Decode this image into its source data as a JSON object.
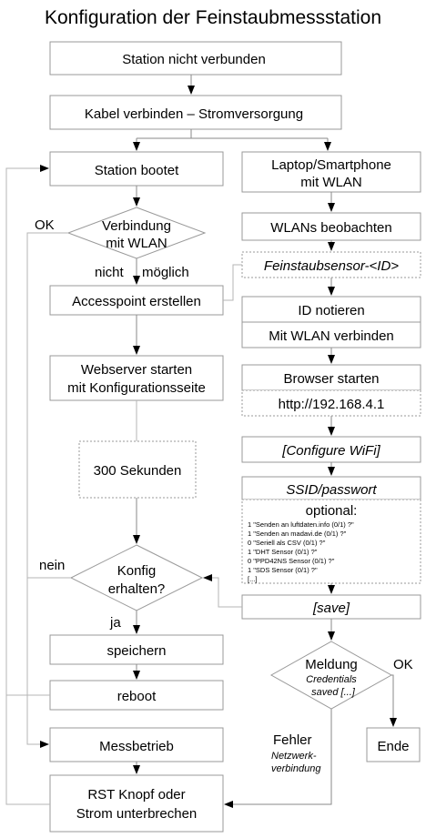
{
  "title": "Konfiguration der Feinstaubmessstation",
  "nodes": {
    "station_not_connected": "Station nicht verbunden",
    "connect_cable": "Kabel verbinden – Stromversorgung",
    "station_boots": "Station bootet",
    "wlan_connection_line1": "Verbindung",
    "wlan_connection_line2": "mit WLAN",
    "create_accesspoint": "Accesspoint erstellen",
    "start_webserver_line1": "Webserver starten",
    "start_webserver_line2": "mit Konfigurationsseite",
    "wait_300": "300 Sekunden",
    "config_received_line1": "Konfig",
    "config_received_line2": "erhalten?",
    "save_config": "speichern",
    "reboot": "reboot",
    "measurement": "Messbetrieb",
    "reset_line1": "RST Knopf oder",
    "reset_line2": "Strom unterbrechen",
    "laptop_line1": "Laptop/Smartphone",
    "laptop_line2": "mit WLAN",
    "observe_wlans": "WLANs beobachten",
    "sensor_ssid": "Feinstaubsensor-<ID>",
    "note_id": "ID notieren",
    "connect_wlan": "Mit WLAN verbinden",
    "start_browser": "Browser starten",
    "ip_address": "http://192.168.4.1",
    "configure_wifi": "[Configure WiFi]",
    "ssid_password": "SSID/passwort",
    "optional_title": "optional:",
    "optional_items": [
      "1 \"Senden an luftdaten.info (0/1) ?\"",
      "1 \"Senden an madavi.de (0/1) ?\"",
      "0 \"Seriell als CSV (0/1) ?\"",
      "1 \"DHT Sensor (0/1) ?\"",
      "0 \"PPD42NS Sensor (0/1) ?\"",
      "1 \"SDS Sensor (0/1) ?\"",
      "[...]"
    ],
    "save_button": "[save]",
    "message_line1": "Meldung",
    "message_line2": "Credentials",
    "message_line3": "saved [...]",
    "end": "Ende"
  },
  "labels": {
    "ok_left": "OK",
    "not_possible_1": "nicht",
    "not_possible_2": "möglich",
    "no": "nein",
    "yes": "ja",
    "ok_right": "OK",
    "error": "Fehler",
    "network_line1": "Netzwerk-",
    "network_line2": "verbindung"
  }
}
